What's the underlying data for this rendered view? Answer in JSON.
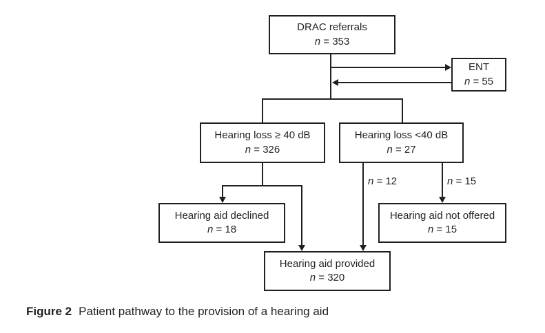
{
  "figure": {
    "caption_label": "Figure 2",
    "caption_text": "Patient pathway to the provision of a hearing aid"
  },
  "nodes": {
    "drac": {
      "label": "DRAC referrals",
      "n_var": "n",
      "n_rest": " = 353"
    },
    "ent": {
      "label": "ENT",
      "n_var": "n",
      "n_rest": " = 55"
    },
    "loss_ge": {
      "label": "Hearing loss ≥ 40 dB",
      "n_var": "n",
      "n_rest": " = 326"
    },
    "loss_lt": {
      "label": "Hearing loss <40 dB",
      "n_var": "n",
      "n_rest": " = 27"
    },
    "declined": {
      "label": "Hearing aid declined",
      "n_var": "n",
      "n_rest": " = 18"
    },
    "not_offered": {
      "label": "Hearing aid not offered",
      "n_var": "n",
      "n_rest": " = 15"
    },
    "provided": {
      "label": "Hearing aid provided",
      "n_var": "n",
      "n_rest": " = 320"
    }
  },
  "edge_labels": {
    "n12": {
      "n_var": "n",
      "n_rest": " = 12"
    },
    "n15": {
      "n_var": "n",
      "n_rest": " = 15"
    }
  },
  "edges": [
    {
      "from": "DRAC referrals",
      "to": "ENT"
    },
    {
      "from": "ENT",
      "to": "DRAC referrals"
    },
    {
      "from": "DRAC referrals",
      "to": "Hearing loss ≥ 40 dB"
    },
    {
      "from": "DRAC referrals",
      "to": "Hearing loss <40 dB"
    },
    {
      "from": "Hearing loss ≥ 40 dB",
      "to": "Hearing aid declined"
    },
    {
      "from": "Hearing loss ≥ 40 dB",
      "to": "Hearing aid provided"
    },
    {
      "from": "Hearing loss <40 dB",
      "to": "Hearing aid provided",
      "label": "n = 12"
    },
    {
      "from": "Hearing loss <40 dB",
      "to": "Hearing aid not offered",
      "label": "n = 15"
    }
  ],
  "colors": {
    "line": "#231f20",
    "background": "#ffffff"
  }
}
